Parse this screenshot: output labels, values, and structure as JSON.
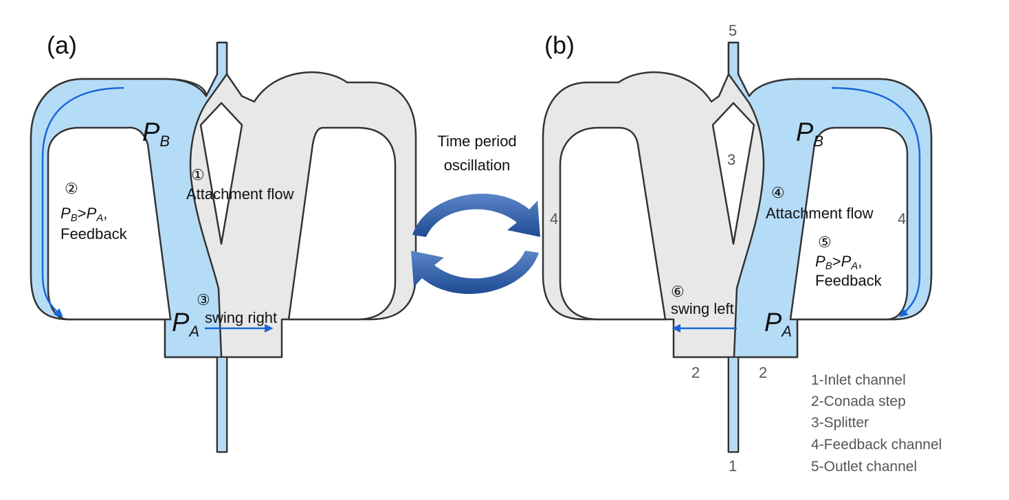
{
  "panels": {
    "a": "(a)",
    "b": "(b)"
  },
  "center_caption": {
    "line1": "Time period",
    "line2": "oscillation"
  },
  "left": {
    "pb_main": "P",
    "pb_sub": "B",
    "pa_main": "P",
    "pa_sub": "A",
    "step1_mark": "①",
    "step1_text": "Attachment flow",
    "step2_mark": "②",
    "step2_p1": "P",
    "step2_s1": "B",
    "step2_gt": ">",
    "step2_p2": "P",
    "step2_s2": "A",
    "step2_comma": ",",
    "step2_text": "Feedback",
    "step3_mark": "③",
    "step3_text": "swing right"
  },
  "right": {
    "pb_main": "P",
    "pb_sub": "B",
    "pa_main": "P",
    "pa_sub": "A",
    "step4_mark": "④",
    "step4_text": "Attachment flow",
    "step5_mark": "⑤",
    "step5_p1": "P",
    "step5_s1": "B",
    "step5_gt": ">",
    "step5_p2": "P",
    "step5_s2": "A",
    "step5_comma": ",",
    "step5_text": "Feedback",
    "step6_mark": "⑥",
    "step6_text": "swing left",
    "num_outlet": "5",
    "num_splitter": "3",
    "num_feedback_left": "4",
    "num_feedback_right": "4",
    "num_step_left": "2",
    "num_step_right": "2",
    "num_inlet": "1"
  },
  "legend": [
    "1-Inlet channel",
    "2-Conada step",
    "3-Splitter",
    "4-Feedback channel",
    "5-Outlet channel"
  ],
  "colors": {
    "fluid_active": "#b5dcf7",
    "fluid_idle": "#e8e8e8",
    "outline": "#333333",
    "flow_arrow": "#1766d8",
    "cycle_arrow": "#2f5ea8"
  }
}
